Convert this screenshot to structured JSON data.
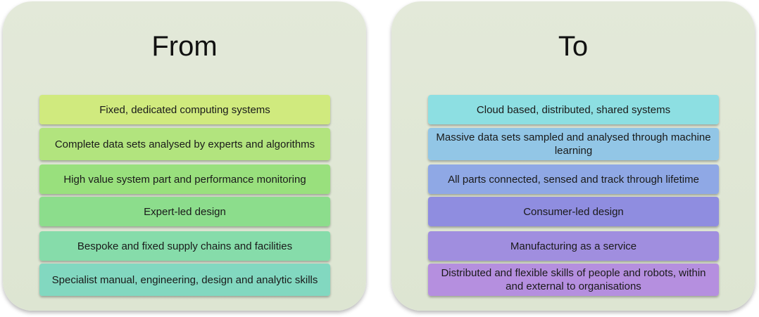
{
  "from": {
    "title": "From",
    "items": [
      "Fixed, dedicated computing systems",
      "Complete data sets analysed by experts and algorithms",
      "High value system part and performance monitoring",
      "Expert-led design",
      "Bespoke and fixed supply chains and facilities",
      "Specialist manual, engineering, design and analytic skills"
    ],
    "colors": [
      "#d0ea7e",
      "#b2e47e",
      "#99e07d",
      "#8cdd8c",
      "#86dcaa",
      "#82d8c0"
    ]
  },
  "to": {
    "title": "To",
    "items": [
      "Cloud based, distributed, shared systems",
      "Massive data sets sampled and analysed through machine learning",
      "All parts connected, sensed and track through lifetime",
      "Consumer-led design",
      "Manufacturing as a service",
      "Distributed and flexible skills of people and robots, within and external to organisations"
    ],
    "colors": [
      "#8ddfe2",
      "#92c6e6",
      "#8fa8e5",
      "#8f8de0",
      "#a08edf",
      "#b58fdf"
    ]
  }
}
